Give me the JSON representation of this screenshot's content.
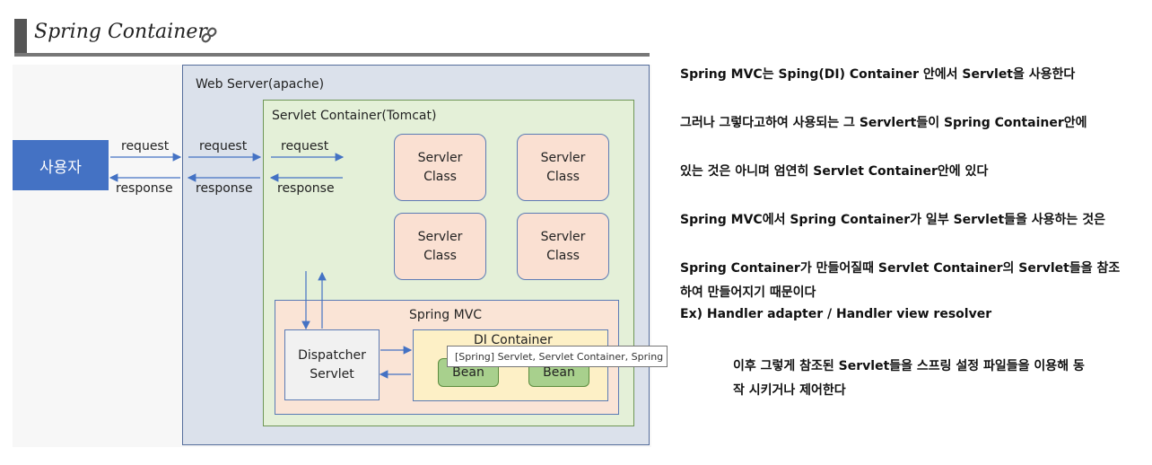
{
  "heading": {
    "title": "Spring Container"
  },
  "diagram": {
    "web_server_label": "Web Server(apache)",
    "servlet_container_label": "Servlet Container(Tomcat)",
    "user_label": "사용자",
    "arrow_labels": {
      "request_1": "request",
      "response_1": "response",
      "request_2": "request",
      "response_2": "response",
      "request_3": "request",
      "response_3": "response"
    },
    "servlet_classes": [
      {
        "line1": "Servler",
        "line2": "Class"
      },
      {
        "line1": "Servler",
        "line2": "Class"
      },
      {
        "line1": "Servler",
        "line2": "Class"
      },
      {
        "line1": "Servler",
        "line2": "Class"
      }
    ],
    "spring_mvc_label": "Spring MVC",
    "dispatcher": {
      "line1": "Dispatcher",
      "line2": "Servlet"
    },
    "di_container_label": "DI Container",
    "beans": [
      "Bean",
      "Bean"
    ],
    "tooltip": "[Spring] Servlet, Servlet Container, Spring MVC"
  },
  "notes": {
    "p1": "Spring MVC는 Sping(DI) Container 안에서 Servlet을 사용한다",
    "p2a": "그러나 그렇다고하여 사용되는 그 Servlert들이 Spring Container안에",
    "p2b": "있는 것은 아니며 엄연히 Servlet Container안에 있다",
    "p3": "Spring MVC에서 Spring Container가 일부 Servlet들을 사용하는 것은",
    "p4a": "Spring Container가 만들어질때 Servlet Container의 Servlet들을 참조",
    "p4b": "하여 만들어지기 때문이다",
    "p5": "Ex) Handler adapter / Handler view resolver",
    "p6a": "이후 그렇게 참조된 Servlet들을 스프링 설정 파일들을 이용해 동",
    "p6b": "작 시키거나 제어한다"
  }
}
